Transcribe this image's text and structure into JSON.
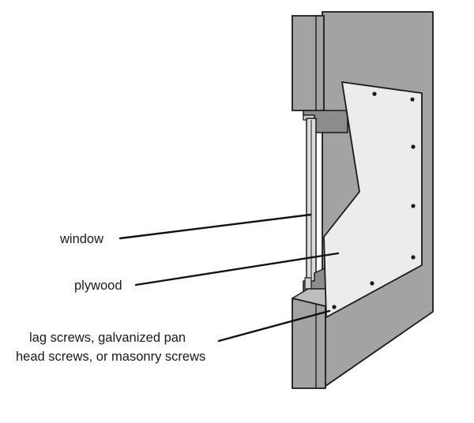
{
  "labels": {
    "window": "window",
    "plywood": "plywood",
    "screws_line1": "lag screws, galvanized pan",
    "screws_line2": "head screws, or masonry screws"
  },
  "colors": {
    "wall": "#a3a3a3",
    "wall_dark": "#8c8c8c",
    "wall_light": "#bdbdbd",
    "plywood": "#ececec",
    "glass": "#dcdcdc",
    "outline": "#1a1a1a",
    "leader": "#111111"
  }
}
